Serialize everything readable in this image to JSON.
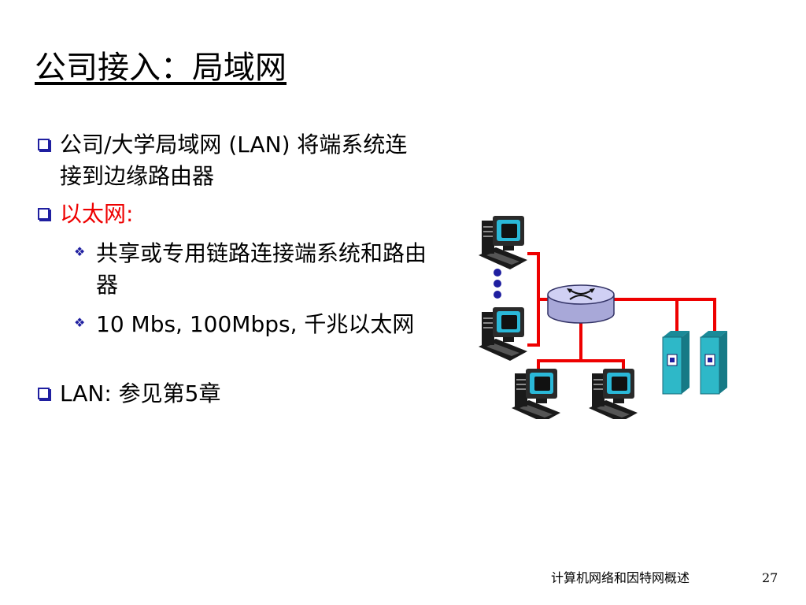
{
  "slide": {
    "title": "公司接入：局域网",
    "bullets": [
      {
        "text": "公司/大学局域网 (LAN) 将端系统连接到边缘路由器"
      },
      {
        "text": "以太网:",
        "color": "#ee0000"
      },
      {
        "text": "共享或专用链路连接端系统和路由器"
      },
      {
        "text": "10 Mbs, 100Mbps, 千兆以太网"
      },
      {
        "text": "LAN:  参见第5章"
      }
    ]
  },
  "footer": {
    "course": "计算机网络和因特网概述",
    "page": "27"
  },
  "diagram": {
    "link_color": "#ee0000",
    "switch_color": "#c8c8f0",
    "server_color": "#2eb8c8",
    "icons": [
      "computer-icon",
      "switch-icon",
      "server-icon"
    ]
  }
}
